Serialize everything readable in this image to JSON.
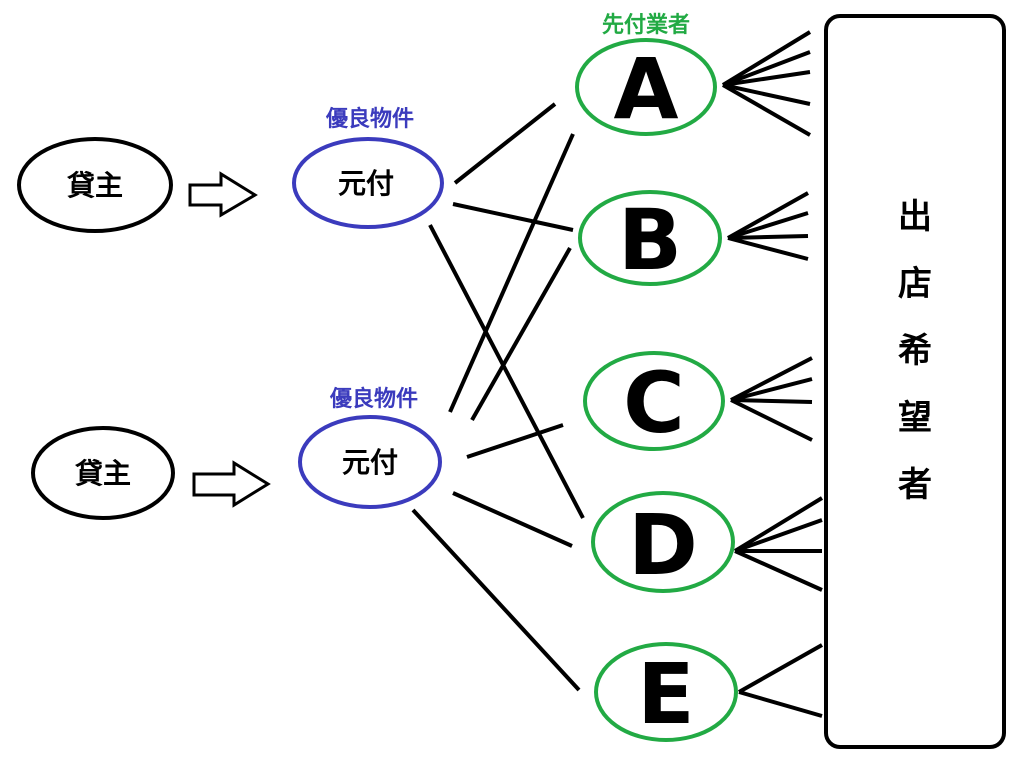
{
  "landlords": [
    {
      "label": "貸主"
    },
    {
      "label": "貸主"
    }
  ],
  "motozuke": [
    {
      "label": "元付",
      "caption": "優良物件"
    },
    {
      "label": "元付",
      "caption": "優良物件"
    }
  ],
  "sakizuke_caption": "先付業者",
  "agents": [
    "A",
    "B",
    "C",
    "D",
    "E"
  ],
  "applicant_box_label": [
    "出",
    "店",
    "希",
    "望",
    "者"
  ],
  "colors": {
    "motozuke_outline": "#3b3bbd",
    "agent_outline": "#22aa44",
    "caption_blue": "#3b3bbd",
    "caption_green": "#22aa44",
    "stroke": "#000000"
  }
}
